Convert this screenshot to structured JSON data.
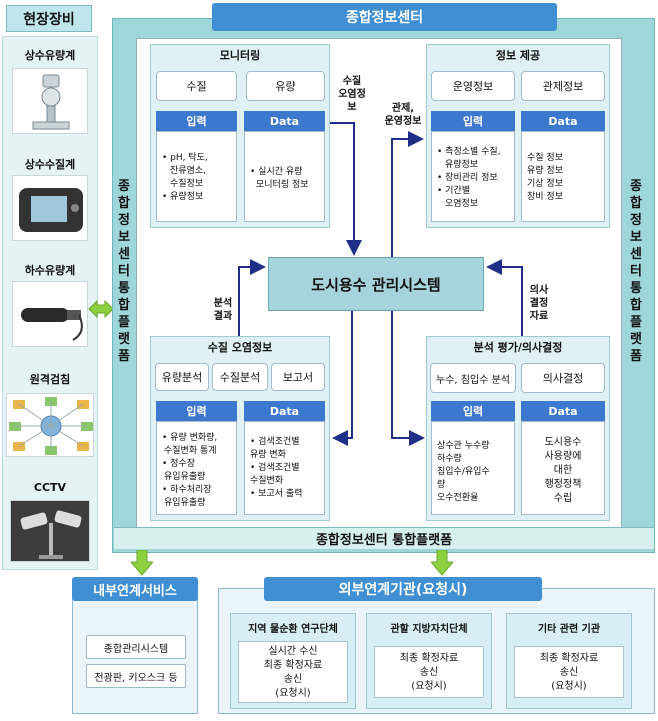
{
  "field_equipment": {
    "title": "현장장비",
    "items": [
      {
        "label": "상수유량계",
        "icon": "flowmeter-icon"
      },
      {
        "label": "상수수질계",
        "icon": "water-quality-meter-icon"
      },
      {
        "label": "하수유량계",
        "icon": "sewage-flowmeter-icon"
      },
      {
        "label": "원격검침",
        "icon": "remote-metering-icon"
      },
      {
        "label": "CCTV",
        "icon": "cctv-icon"
      }
    ]
  },
  "platform": {
    "title": "종합정보센터",
    "side_left": "종합정보센터 통합플랫폼",
    "side_right": "종합정보센터 통합플랫폼",
    "bottom": "종합정보센터 통합플랫폼",
    "core": "도시용수 관리시스템"
  },
  "monitoring": {
    "title": "모니터링",
    "buttons": [
      "수질",
      "유량"
    ],
    "input_header": "입력",
    "data_header": "Data",
    "input_lines": [
      "• pH, 탁도,",
      "잔류염소,",
      "수질정보",
      "• 유량정보"
    ],
    "data_lines": [
      "• 실시간 유량",
      "모니터링 정보"
    ]
  },
  "info_provision": {
    "title": "정보 제공",
    "buttons": [
      "운영정보",
      "관제정보"
    ],
    "input_header": "입력",
    "data_header": "Data",
    "input_lines": [
      "• 측정소별 수질,",
      "유량정보",
      "• 장비관리 정보",
      "• 기간별",
      "오염정보"
    ],
    "data_lines": [
      "수질 정보",
      "유량 정보",
      "기상 정보",
      "장비 정보"
    ]
  },
  "quality_pollution": {
    "title": "수질 오염정보",
    "buttons": [
      "유량분석",
      "수질분석",
      "보고서"
    ],
    "input_header": "입력",
    "data_header": "Data",
    "input_lines": [
      "• 유량 변화량,",
      "수질변화 통계",
      "• 정수장",
      "유입유출량",
      "• 하수처리장",
      "유입유출량"
    ],
    "data_lines": [
      "• 검색조건별",
      "유량 변화",
      "• 검색조건별",
      "수질변화",
      "• 보고서 출력"
    ]
  },
  "analysis": {
    "title": "분석 평가/의사결정",
    "buttons": [
      "누수, 침입수 분석",
      "의사결정"
    ],
    "input_header": "입력",
    "data_header": "Data",
    "input_lines": [
      "상수관 누수량",
      "하수량",
      "침입수/유입수",
      "량",
      "오수전환율"
    ],
    "data_lines": [
      "도시용수",
      "사용량에",
      "대한",
      "행정정책",
      "수립"
    ]
  },
  "notes": {
    "quality_pollution_info": [
      "수질",
      "오염정",
      "보"
    ],
    "control_ops_info": [
      "관제,",
      "운영정보"
    ],
    "analysis_result": [
      "분석",
      "결과"
    ],
    "decision_data": [
      "의사",
      "결정",
      "자료"
    ]
  },
  "internal_service": {
    "title": "내부연계서비스",
    "items": [
      "종합관리시스템",
      "전광판, 키오스크 등"
    ]
  },
  "external_orgs": {
    "title": "외부연계기관(요청시)",
    "orgs": [
      {
        "title": "지역 물순환 연구단체",
        "lines": [
          "실시간 수신",
          "최종 확정자료",
          "송신",
          "(요청시)"
        ]
      },
      {
        "title": "관할 지방자치단체",
        "lines": [
          "최종 확정자료",
          "송신",
          "(요청시)"
        ]
      },
      {
        "title": "기타 관련 기관",
        "lines": [
          "최종 확정자료",
          "송신",
          "(요청시)"
        ]
      }
    ]
  },
  "colors": {
    "title_blue": "#3f8fd2",
    "header_blue": "#3d78cf",
    "platform_teal": "#9fd6da",
    "arrow_green": "#8ccf3f",
    "arrow_navy": "#1f2f88"
  }
}
